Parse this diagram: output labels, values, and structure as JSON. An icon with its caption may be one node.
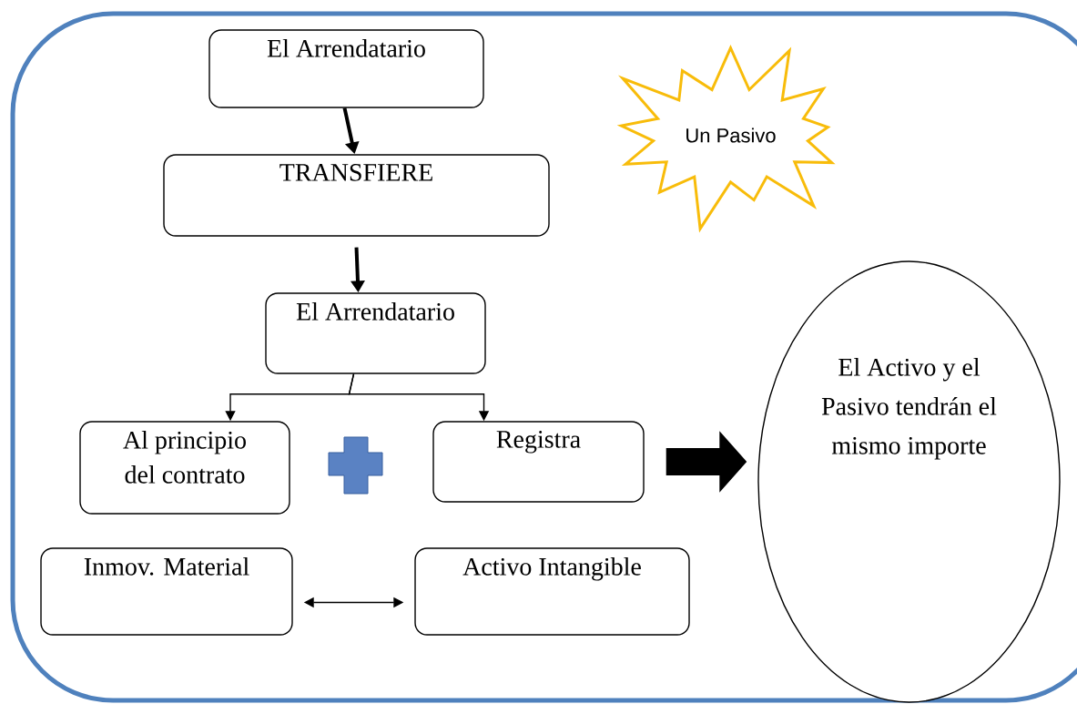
{
  "diagram": {
    "nodes": [
      {
        "text": [
          "El Arrendatario"
        ]
      },
      {
        "text": [
          "TRANSFIERE"
        ]
      },
      {
        "text": [
          "El Arrendatario"
        ]
      },
      {
        "text": [
          "Al principio del contrato"
        ]
      },
      {
        "text": [
          "Registra"
        ]
      },
      {
        "text": [
          "Inmov. Material"
        ]
      },
      {
        "text": [
          "Activo Intangible"
        ]
      },
      {
        "text": [
          "Un Pasivo"
        ]
      },
      {
        "text": [
          "El Activo y el Pasivo tendrán el mismo importe"
        ]
      }
    ],
    "edges": [
      {
        "from": 0,
        "to": 1,
        "arrow": "to",
        "style": "thick"
      },
      {
        "from": 1,
        "to": 2,
        "arrow": "to",
        "style": "thick"
      },
      {
        "from": 2,
        "to": 3,
        "arrow": "to"
      },
      {
        "from": 2,
        "to": 4,
        "arrow": "to"
      },
      {
        "from": 5,
        "to": 6,
        "arrow": "both"
      },
      {
        "from": 4,
        "to": 8,
        "arrow": "to",
        "style": "thick"
      }
    ]
  }
}
